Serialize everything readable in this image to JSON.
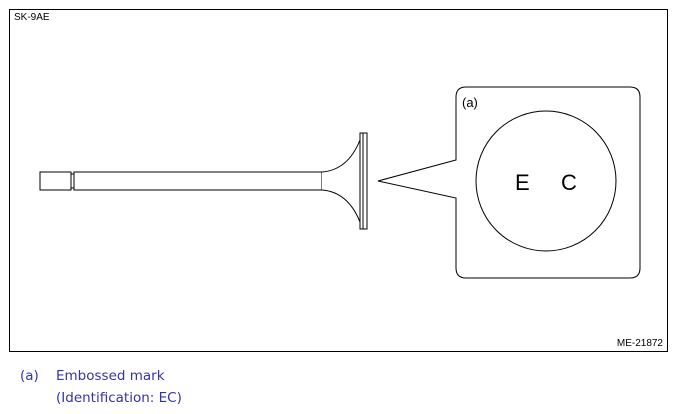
{
  "figure": {
    "code_top": "SK-9AE",
    "code_bottom": "ME-21872",
    "callout_label": "(a)",
    "mark_letters": [
      "E",
      "C"
    ]
  },
  "legend": [
    {
      "key": "(a)",
      "lines": [
        "Embossed mark",
        "(Identification: EC)"
      ]
    }
  ],
  "colors": {
    "line": "#000000",
    "legend_text": "#3333aa"
  }
}
